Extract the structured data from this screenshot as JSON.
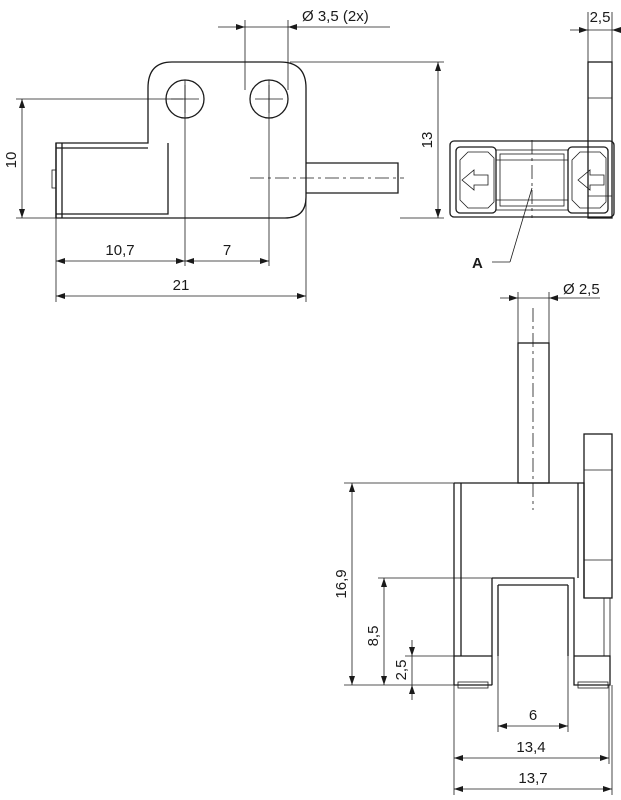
{
  "drawing": {
    "dimensions": {
      "hole_dia": "Ø 3,5 (2x)",
      "side_width": "2,5",
      "height_left": "10",
      "height_right": "13",
      "offset_hole": "10,7",
      "hole_pitch": "7",
      "overall_width": "21",
      "pin_dia": "Ø 2,5",
      "bottom_height": "16,9",
      "slot_depth": "8,5",
      "foot_height": "2,5",
      "slot_width": "6",
      "inner_width": "13,4",
      "outer_width": "13,7"
    },
    "callout": {
      "label": "A"
    }
  }
}
